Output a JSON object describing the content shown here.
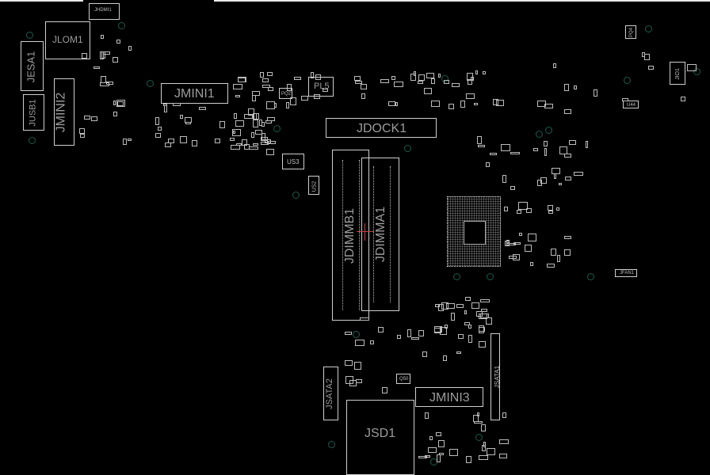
{
  "board": {
    "components": {
      "jhdmi1": "JHDMI1",
      "jlom1": "JLOM1",
      "jesa1": "JESA1",
      "jusb1": "JUSB1",
      "jmini2": "JMINI2",
      "jmini1": "JMINI1",
      "pl5": "PL5",
      "pq2": "PQ2",
      "jdock1": "JDOCK1",
      "jdimmb1": "JDIMMB1",
      "jdimma1": "JDIMMA1",
      "us3": "US3",
      "us2": "US2",
      "jfan1": "JFAN1",
      "jio1": "JIO1",
      "pq4": "PQ4",
      "u44": "U44",
      "jsata2": "JSATA2",
      "jmini3": "JMINI3",
      "jsd1": "JSD1",
      "jsata1": "JSATA1",
      "q50": "Q50"
    },
    "colors": {
      "background": "#000000",
      "outline": "#cfcfcf",
      "label": "#9c9c9c",
      "hole": "#1f5a4c"
    }
  }
}
